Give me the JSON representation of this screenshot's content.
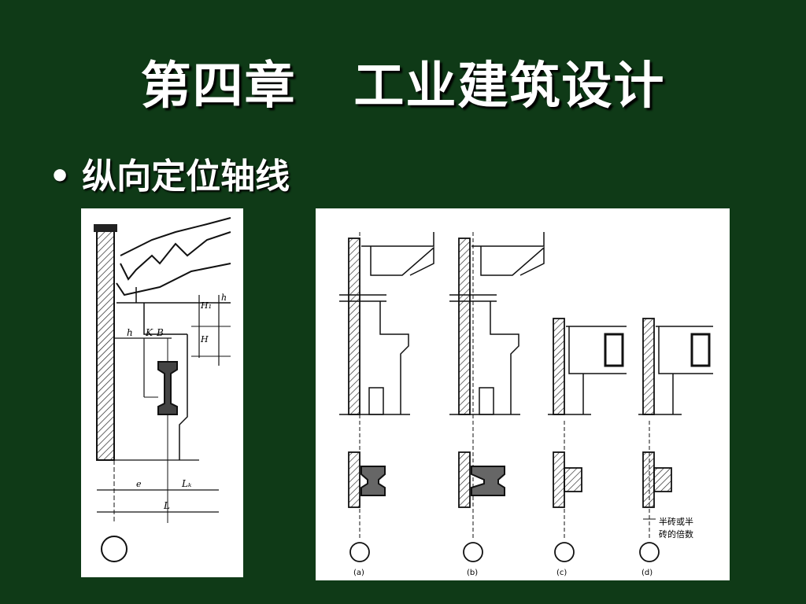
{
  "slide": {
    "title": "第四章   工业建筑设计",
    "bullet": "纵向定位轴线"
  },
  "figure_left": {
    "dim_labels": [
      "H₁",
      "h",
      "H",
      "h",
      "K",
      "B",
      "e",
      "Lₖ",
      "L"
    ]
  },
  "figure_right": {
    "panel_captions": [
      "(a)",
      "(b)",
      "(c)",
      "(d)"
    ],
    "annotation": [
      "半砖或半",
      "砖的倍数"
    ]
  },
  "colors": {
    "background": "#0f3a17",
    "text": "#ffffff",
    "figure_bg": "#ffffff"
  }
}
